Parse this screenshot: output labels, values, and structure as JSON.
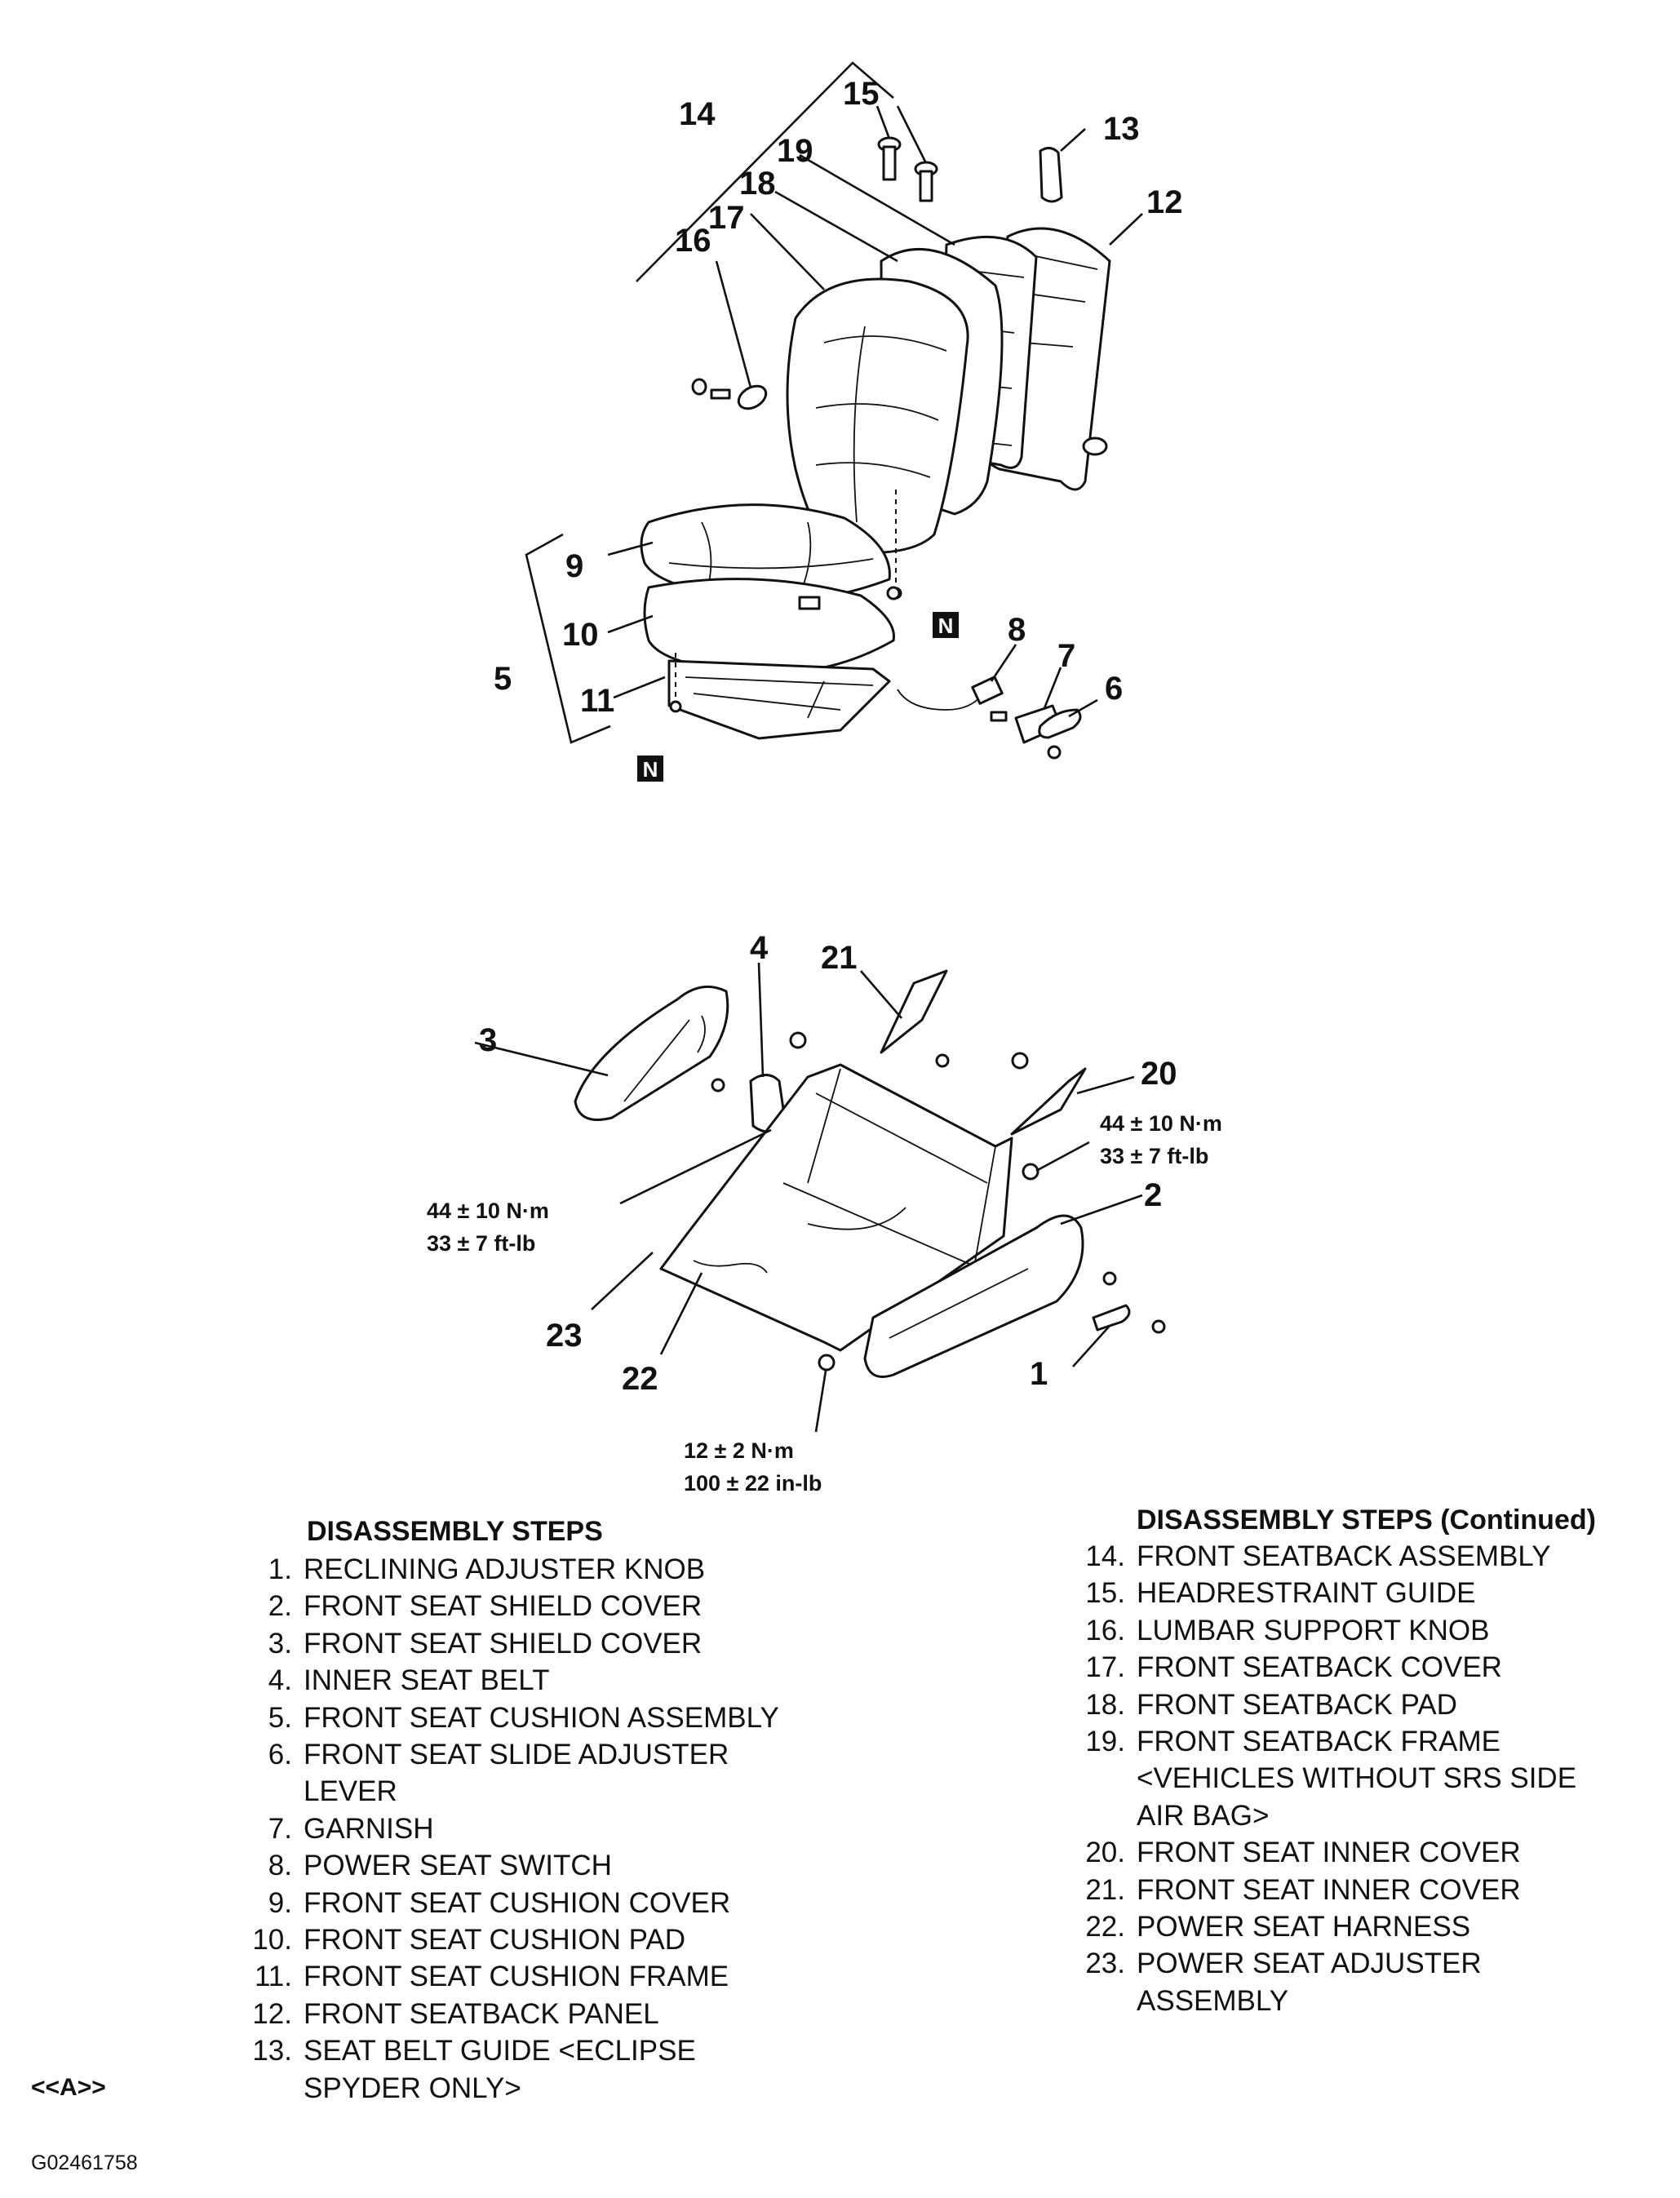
{
  "callouts": {
    "c1": "1",
    "c2": "2",
    "c3": "3",
    "c4": "4",
    "c5": "5",
    "c6": "6",
    "c7": "7",
    "c8": "8",
    "c9": "9",
    "c10": "10",
    "c11": "11",
    "c12": "12",
    "c13": "13",
    "c14": "14",
    "c15": "15",
    "c16": "16",
    "c17": "17",
    "c18": "18",
    "c19": "19",
    "c20": "20",
    "c21": "21",
    "c22": "22",
    "c23": "23"
  },
  "markers": {
    "replace_symbol": "N"
  },
  "torque_specs": {
    "upper_right": {
      "metric": "44 ± 10 N·m",
      "imperial": "33 ± 7 ft-lb"
    },
    "left": {
      "metric": "44 ± 10 N·m",
      "imperial": "33 ± 7 ft-lb"
    },
    "bottom": {
      "metric": "12 ± 2 N·m",
      "imperial": "100 ± 22 in-lb"
    }
  },
  "steps_left": {
    "title": "DISASSEMBLY STEPS",
    "items": [
      {
        "num": "1.",
        "text": "RECLINING ADJUSTER KNOB"
      },
      {
        "num": "2.",
        "text": "FRONT SEAT SHIELD COVER"
      },
      {
        "num": "3.",
        "text": "FRONT SEAT SHIELD COVER"
      },
      {
        "num": "4.",
        "text": "INNER SEAT BELT"
      },
      {
        "num": "5.",
        "text": "FRONT SEAT CUSHION ASSEMBLY"
      },
      {
        "num": "6.",
        "text": "FRONT SEAT SLIDE ADJUSTER\nLEVER"
      },
      {
        "num": "7.",
        "text": "GARNISH"
      },
      {
        "num": "8.",
        "text": "POWER SEAT SWITCH"
      },
      {
        "num": "9.",
        "text": "FRONT SEAT CUSHION COVER"
      },
      {
        "num": "10.",
        "text": "FRONT SEAT CUSHION PAD"
      },
      {
        "num": "11.",
        "text": "FRONT SEAT CUSHION FRAME"
      },
      {
        "num": "12.",
        "text": "FRONT SEATBACK PANEL"
      },
      {
        "num": "13.",
        "text": "SEAT BELT GUIDE <ECLIPSE\nSPYDER ONLY>"
      }
    ]
  },
  "steps_right": {
    "title": "DISASSEMBLY STEPS (Continued)",
    "items": [
      {
        "num": "14.",
        "text": "FRONT SEATBACK ASSEMBLY"
      },
      {
        "num": "15.",
        "text": "HEADRESTRAINT GUIDE"
      },
      {
        "num": "16.",
        "text": "LUMBAR SUPPORT KNOB"
      },
      {
        "num": "17.",
        "text": "FRONT SEATBACK COVER"
      },
      {
        "num": "18.",
        "text": "FRONT SEATBACK PAD"
      },
      {
        "num": "19.",
        "text": "FRONT SEATBACK FRAME\n<VEHICLES WITHOUT SRS SIDE\nAIR BAG>"
      },
      {
        "num": "20.",
        "text": "FRONT SEAT INNER COVER"
      },
      {
        "num": "21.",
        "text": "FRONT SEAT INNER COVER"
      },
      {
        "num": "22.",
        "text": "POWER SEAT HARNESS"
      },
      {
        "num": "23.",
        "text": "POWER SEAT ADJUSTER\nASSEMBLY"
      }
    ]
  },
  "side_marker": "<<A>>",
  "figure_id": "G02461758"
}
